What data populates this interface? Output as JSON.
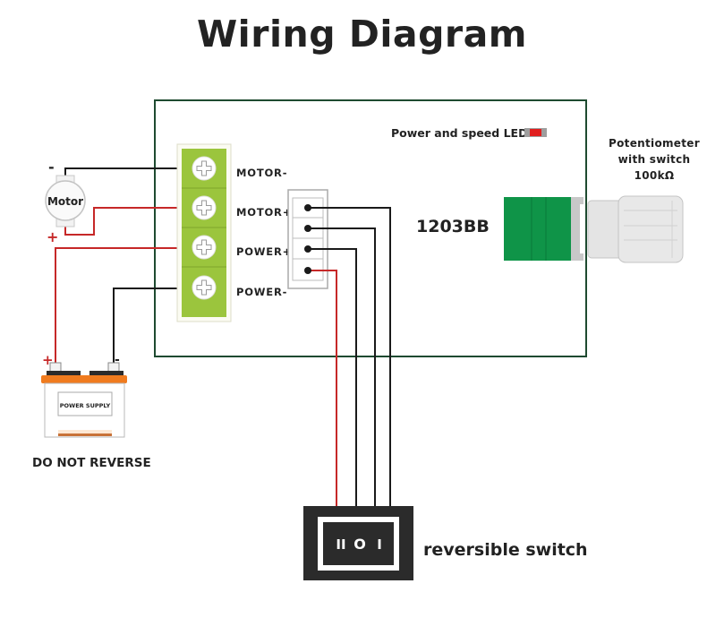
{
  "title": "Wiring Diagram",
  "board": {
    "model": "1203BB",
    "led_label": "Power and speed LED",
    "terminals": [
      "MOTOR-",
      "MOTOR+",
      "POWER+",
      "POWER-"
    ]
  },
  "motor": {
    "label": "Motor",
    "minus_sign": "-",
    "plus_sign": "+"
  },
  "battery": {
    "label": "POWER SUPPLY",
    "plus_sign": "+",
    "minus_sign": "-",
    "warning": "DO NOT REVERSE"
  },
  "potentiometer": {
    "line1": "Potentiometer",
    "line2": "with switch",
    "line3": "100kΩ"
  },
  "switch": {
    "label": "reversible switch",
    "face_left": "II",
    "face_center": "O",
    "face_right": "I"
  },
  "colors": {
    "board_outline": "#1e4a30",
    "terminal_green": "#9bc53d",
    "wire_red": "#c62828",
    "wire_black": "#1a1a1a",
    "pot_green": "#0f9448",
    "battery_orange": "#f07b1e",
    "led_red": "#e01e1e"
  }
}
